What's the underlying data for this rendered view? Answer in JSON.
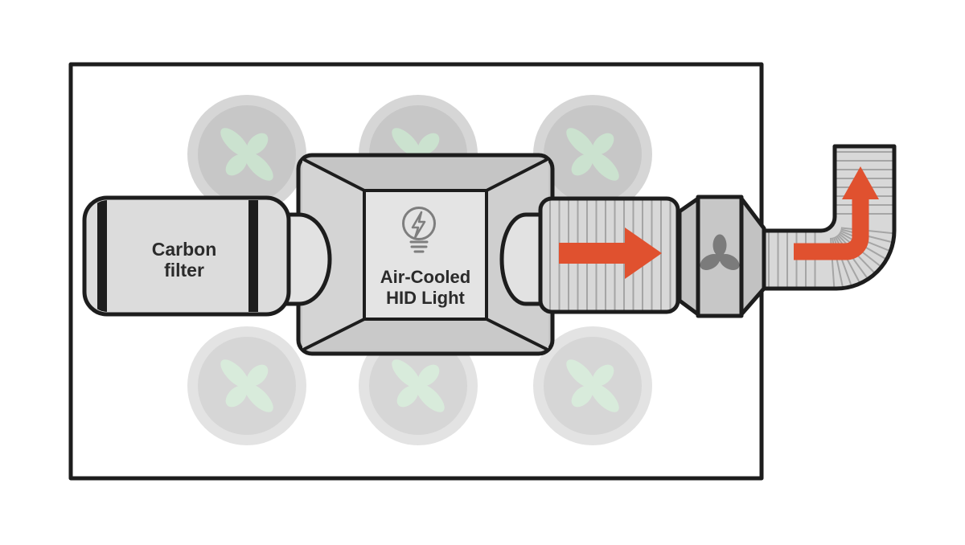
{
  "diagram": {
    "title": "Grow tent exhaust ventilation diagram",
    "labels": {
      "carbon_filter": {
        "line1": "Carbon",
        "line2": "filter"
      },
      "hid_light": {
        "line1": "Air-Cooled",
        "line2": "HID Light"
      }
    },
    "components": [
      "grow-tent",
      "plant-pots",
      "carbon-filter",
      "air-cooled-hid-light-hood",
      "ribbed-duct",
      "inline-fan",
      "exhaust-elbow-duct"
    ],
    "icons": [
      "light-bulb-lightning-icon",
      "fan-blades-icon",
      "leaf-icon",
      "airflow-arrow-right-icon",
      "airflow-arrow-up-icon"
    ],
    "plants": {
      "count": 6,
      "rows": 2,
      "per_row": 3
    },
    "airflow": {
      "duct_arrow_direction": "right",
      "exhaust_arrow_direction": "up"
    },
    "colors": {
      "ink": "#1d1d1d",
      "text": "#2b2b2b",
      "arrow": "#e0512f",
      "filter_fill": "#dcdcdc",
      "collar_fill": "#e2e2e2",
      "hood_frame": "#c7c7c7",
      "hood_left": "#d4d4d4",
      "hood_right": "#cfcfcf",
      "hood_top": "#c5c5c5",
      "hood_bottom": "#c9c9c9",
      "hood_inner": "#e4e4e4",
      "duct_fill": "#d8d8d8",
      "duct_rib": "#a5a5a5",
      "fan_cone": "#c2c2c2",
      "fan_body": "#c7c7c7",
      "fan_icon": "#7b7b7b",
      "bulb_icon": "#7e7e7e",
      "pot_outer_top": "#d6d6d6",
      "pot_inner_top": "#c7c7c7",
      "pot_outer_bottom": "#e3e3e3",
      "pot_inner_bottom": "#d6d6d6",
      "leaf_top": "#cbe2cf",
      "leaf_bottom": "#d8ebdb"
    }
  }
}
